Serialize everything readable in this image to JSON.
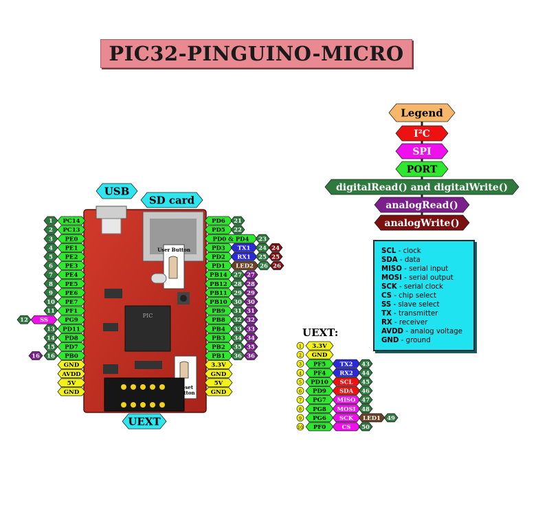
{
  "title": "PIC32-PINGUINO-MICRO",
  "colors": {
    "port": "#2ee82e",
    "digital": "#2e7a3e",
    "analogRead": "#7a1f8c",
    "analogWrite": "#7a1010",
    "i2c": "#ee1111",
    "spi": "#ee11ee",
    "power": "#f2f21a",
    "uart": "#2a2ad8",
    "led": "#6b4226",
    "legendTag": "#f7b76a",
    "tag": "#2fe6f0"
  },
  "board_tags": {
    "usb": "USB",
    "sdcard": "SD card",
    "uext": "UEXT",
    "user_button": "User Button",
    "reset_button": "Reset Button"
  },
  "legend": {
    "heading": "Legend",
    "items": [
      "I²C",
      "SPI",
      "PORT",
      "digitalRead() and digitalWrite()",
      "analogRead()",
      "analogWrite()"
    ]
  },
  "left_pins": [
    {
      "num": "1",
      "port": "PC14"
    },
    {
      "num": "2",
      "port": "PC13"
    },
    {
      "num": "3",
      "port": "PE0"
    },
    {
      "num": "4",
      "port": "PE1"
    },
    {
      "num": "5",
      "port": "PE2"
    },
    {
      "num": "6",
      "port": "PE3"
    },
    {
      "num": "7",
      "port": "PE4"
    },
    {
      "num": "8",
      "port": "PE5"
    },
    {
      "num": "9",
      "port": "PE6"
    },
    {
      "num": "10",
      "port": "PE7"
    },
    {
      "num": "11",
      "port": "PF1"
    },
    {
      "num": "",
      "port": "PG9",
      "extra": "SS",
      "extra_num": "12"
    },
    {
      "num": "13",
      "port": "PD11"
    },
    {
      "num": "14",
      "port": "PD8"
    },
    {
      "num": "15",
      "port": "PD7"
    },
    {
      "num": "16",
      "port": "PB0",
      "analog": "16"
    },
    {
      "num": "",
      "port": "GND"
    },
    {
      "num": "",
      "port": "AVDD"
    },
    {
      "num": "",
      "port": "5V"
    },
    {
      "num": "",
      "port": "GND"
    }
  ],
  "right_pins": [
    {
      "port": "PD6",
      "num": "21"
    },
    {
      "port": "PD5",
      "num": "22"
    },
    {
      "port": "PD0 & PD4",
      "num": "23"
    },
    {
      "port": "PD3",
      "uart": "TX1",
      "num": "24",
      "aw": "24"
    },
    {
      "port": "PD2",
      "uart": "RX1",
      "num": "25",
      "aw": "25"
    },
    {
      "port": "PD1",
      "led": "LED2",
      "num": "26",
      "aw": "26"
    },
    {
      "port": "PB14",
      "num": "27",
      "ar": "27"
    },
    {
      "port": "PB12",
      "num": "28",
      "ar": "28"
    },
    {
      "port": "PB11",
      "num": "29",
      "ar": "29"
    },
    {
      "port": "PB10",
      "num": "30",
      "ar": "30"
    },
    {
      "port": "PB9",
      "num": "31",
      "ar": "31"
    },
    {
      "port": "PB8",
      "num": "32",
      "ar": "32"
    },
    {
      "port": "PB4",
      "num": "33",
      "ar": "33"
    },
    {
      "port": "PB3",
      "num": "34",
      "ar": "34"
    },
    {
      "port": "PB2",
      "num": "35",
      "ar": "35"
    },
    {
      "port": "PB1",
      "num": "36",
      "ar": "36"
    },
    {
      "port": "3.3V"
    },
    {
      "port": "GND"
    },
    {
      "port": "5V"
    },
    {
      "port": "GND"
    }
  ],
  "uext": {
    "label": "UEXT:",
    "pins": [
      {
        "n": "1",
        "port": "3.3V"
      },
      {
        "n": "2",
        "port": "GND"
      },
      {
        "n": "3",
        "port": "PF5",
        "fn": "TX2",
        "fnc": "uart",
        "num": "43"
      },
      {
        "n": "4",
        "port": "PF4",
        "fn": "RX2",
        "fnc": "uart",
        "num": "44"
      },
      {
        "n": "5",
        "port": "PD10",
        "fn": "SCL",
        "fnc": "i2c",
        "num": "45"
      },
      {
        "n": "6",
        "port": "PD9",
        "fn": "SDA",
        "fnc": "i2c",
        "num": "46"
      },
      {
        "n": "7",
        "port": "PG7",
        "fn": "MISO",
        "fnc": "spi",
        "num": "47"
      },
      {
        "n": "8",
        "port": "PG8",
        "fn": "MOSI",
        "fnc": "spi",
        "num": "48"
      },
      {
        "n": "9",
        "port": "PG6",
        "fn": "SCK",
        "fnc": "spi",
        "led": "LED1",
        "num": "49"
      },
      {
        "n": "10",
        "port": "PF0",
        "fn": "CS",
        "fnc": "spi",
        "num": "50"
      }
    ]
  },
  "abbrev": [
    {
      "k": "SCL",
      "v": "clock"
    },
    {
      "k": "SDA",
      "v": "data"
    },
    {
      "k": "MISO",
      "v": "serial input"
    },
    {
      "k": "MOSI",
      "v": "serial output"
    },
    {
      "k": "SCK",
      "v": "serial clock"
    },
    {
      "k": "CS",
      "v": "chip select"
    },
    {
      "k": "SS",
      "v": "slave select"
    },
    {
      "k": "TX",
      "v": "transmitter"
    },
    {
      "k": "RX",
      "v": "receiver"
    },
    {
      "k": "AVDD",
      "v": "analog voltage"
    },
    {
      "k": "GND",
      "v": "ground"
    }
  ]
}
